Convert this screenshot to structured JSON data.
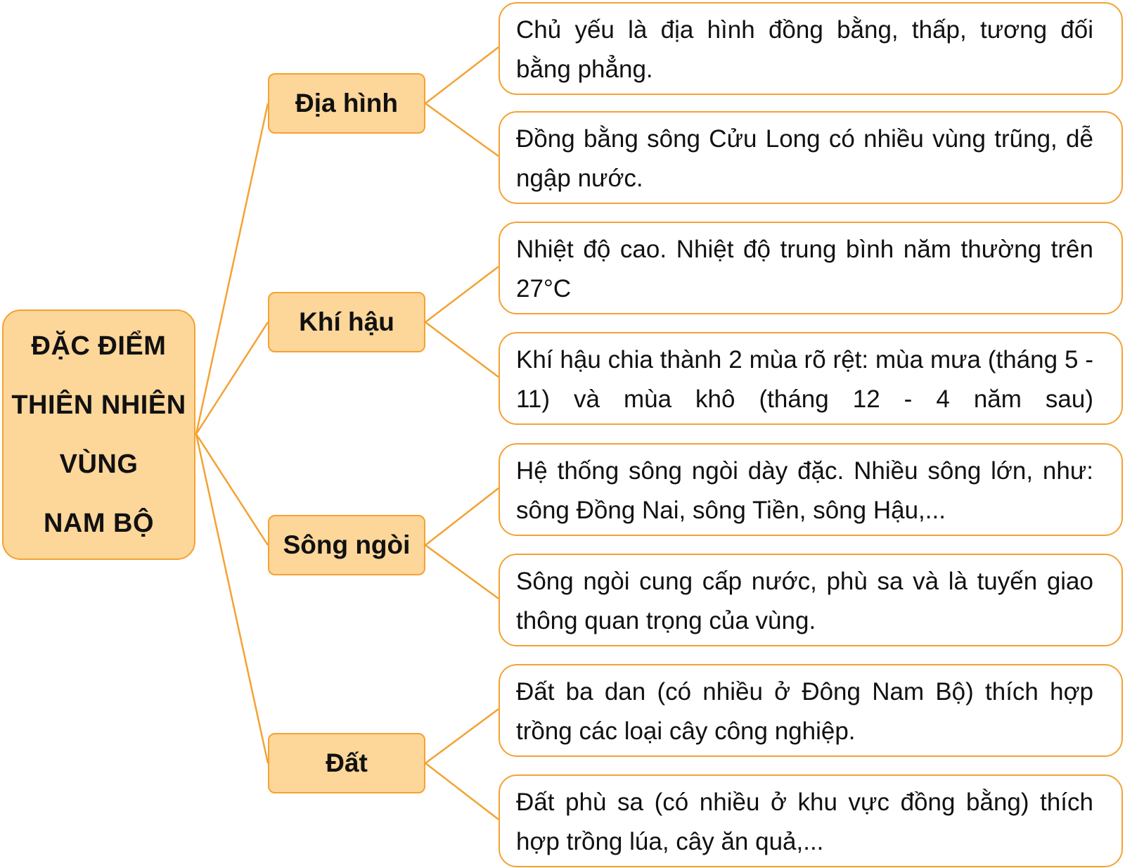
{
  "root": {
    "lines": [
      "ĐẶC ĐIỂM",
      "THIÊN NHIÊN",
      "VÙNG",
      "NAM BỘ"
    ]
  },
  "categories": [
    {
      "label": "Địa hình",
      "details": [
        "Chủ yếu là địa hình đồng bằng, thấp, tương đối bằng phẳng.",
        "Đồng bằng sông Cửu Long có nhiều vùng trũng, dễ ngập nước."
      ]
    },
    {
      "label": "Khí hậu",
      "details": [
        "Nhiệt độ cao. Nhiệt độ trung bình năm thường trên 27°C",
        "Khí hậu chia thành 2 mùa rõ rệt: mùa mưa (tháng 5 - 11) và mùa khô (tháng 12 - 4 năm sau)"
      ]
    },
    {
      "label": "Sông ngòi",
      "details": [
        "Hệ thống sông ngòi dày đặc. Nhiều sông lớn, như: sông Đồng Nai, sông Tiền, sông Hậu,...",
        "Sông ngòi cung cấp nước, phù sa và là tuyến giao thông quan trọng của vùng."
      ]
    },
    {
      "label": "Đất",
      "details": [
        "Đất ba dan (có nhiều ở Đông Nam Bộ) thích hợp trồng các loại cây công nghiệp.",
        "Đất phù sa (có nhiều ở khu vực đồng bằng) thích hợp trồng lúa, cây ăn quả,..."
      ]
    }
  ],
  "colors": {
    "box_fill": "#fdd699",
    "border": "#f4a233",
    "connector": "#f4a233"
  }
}
